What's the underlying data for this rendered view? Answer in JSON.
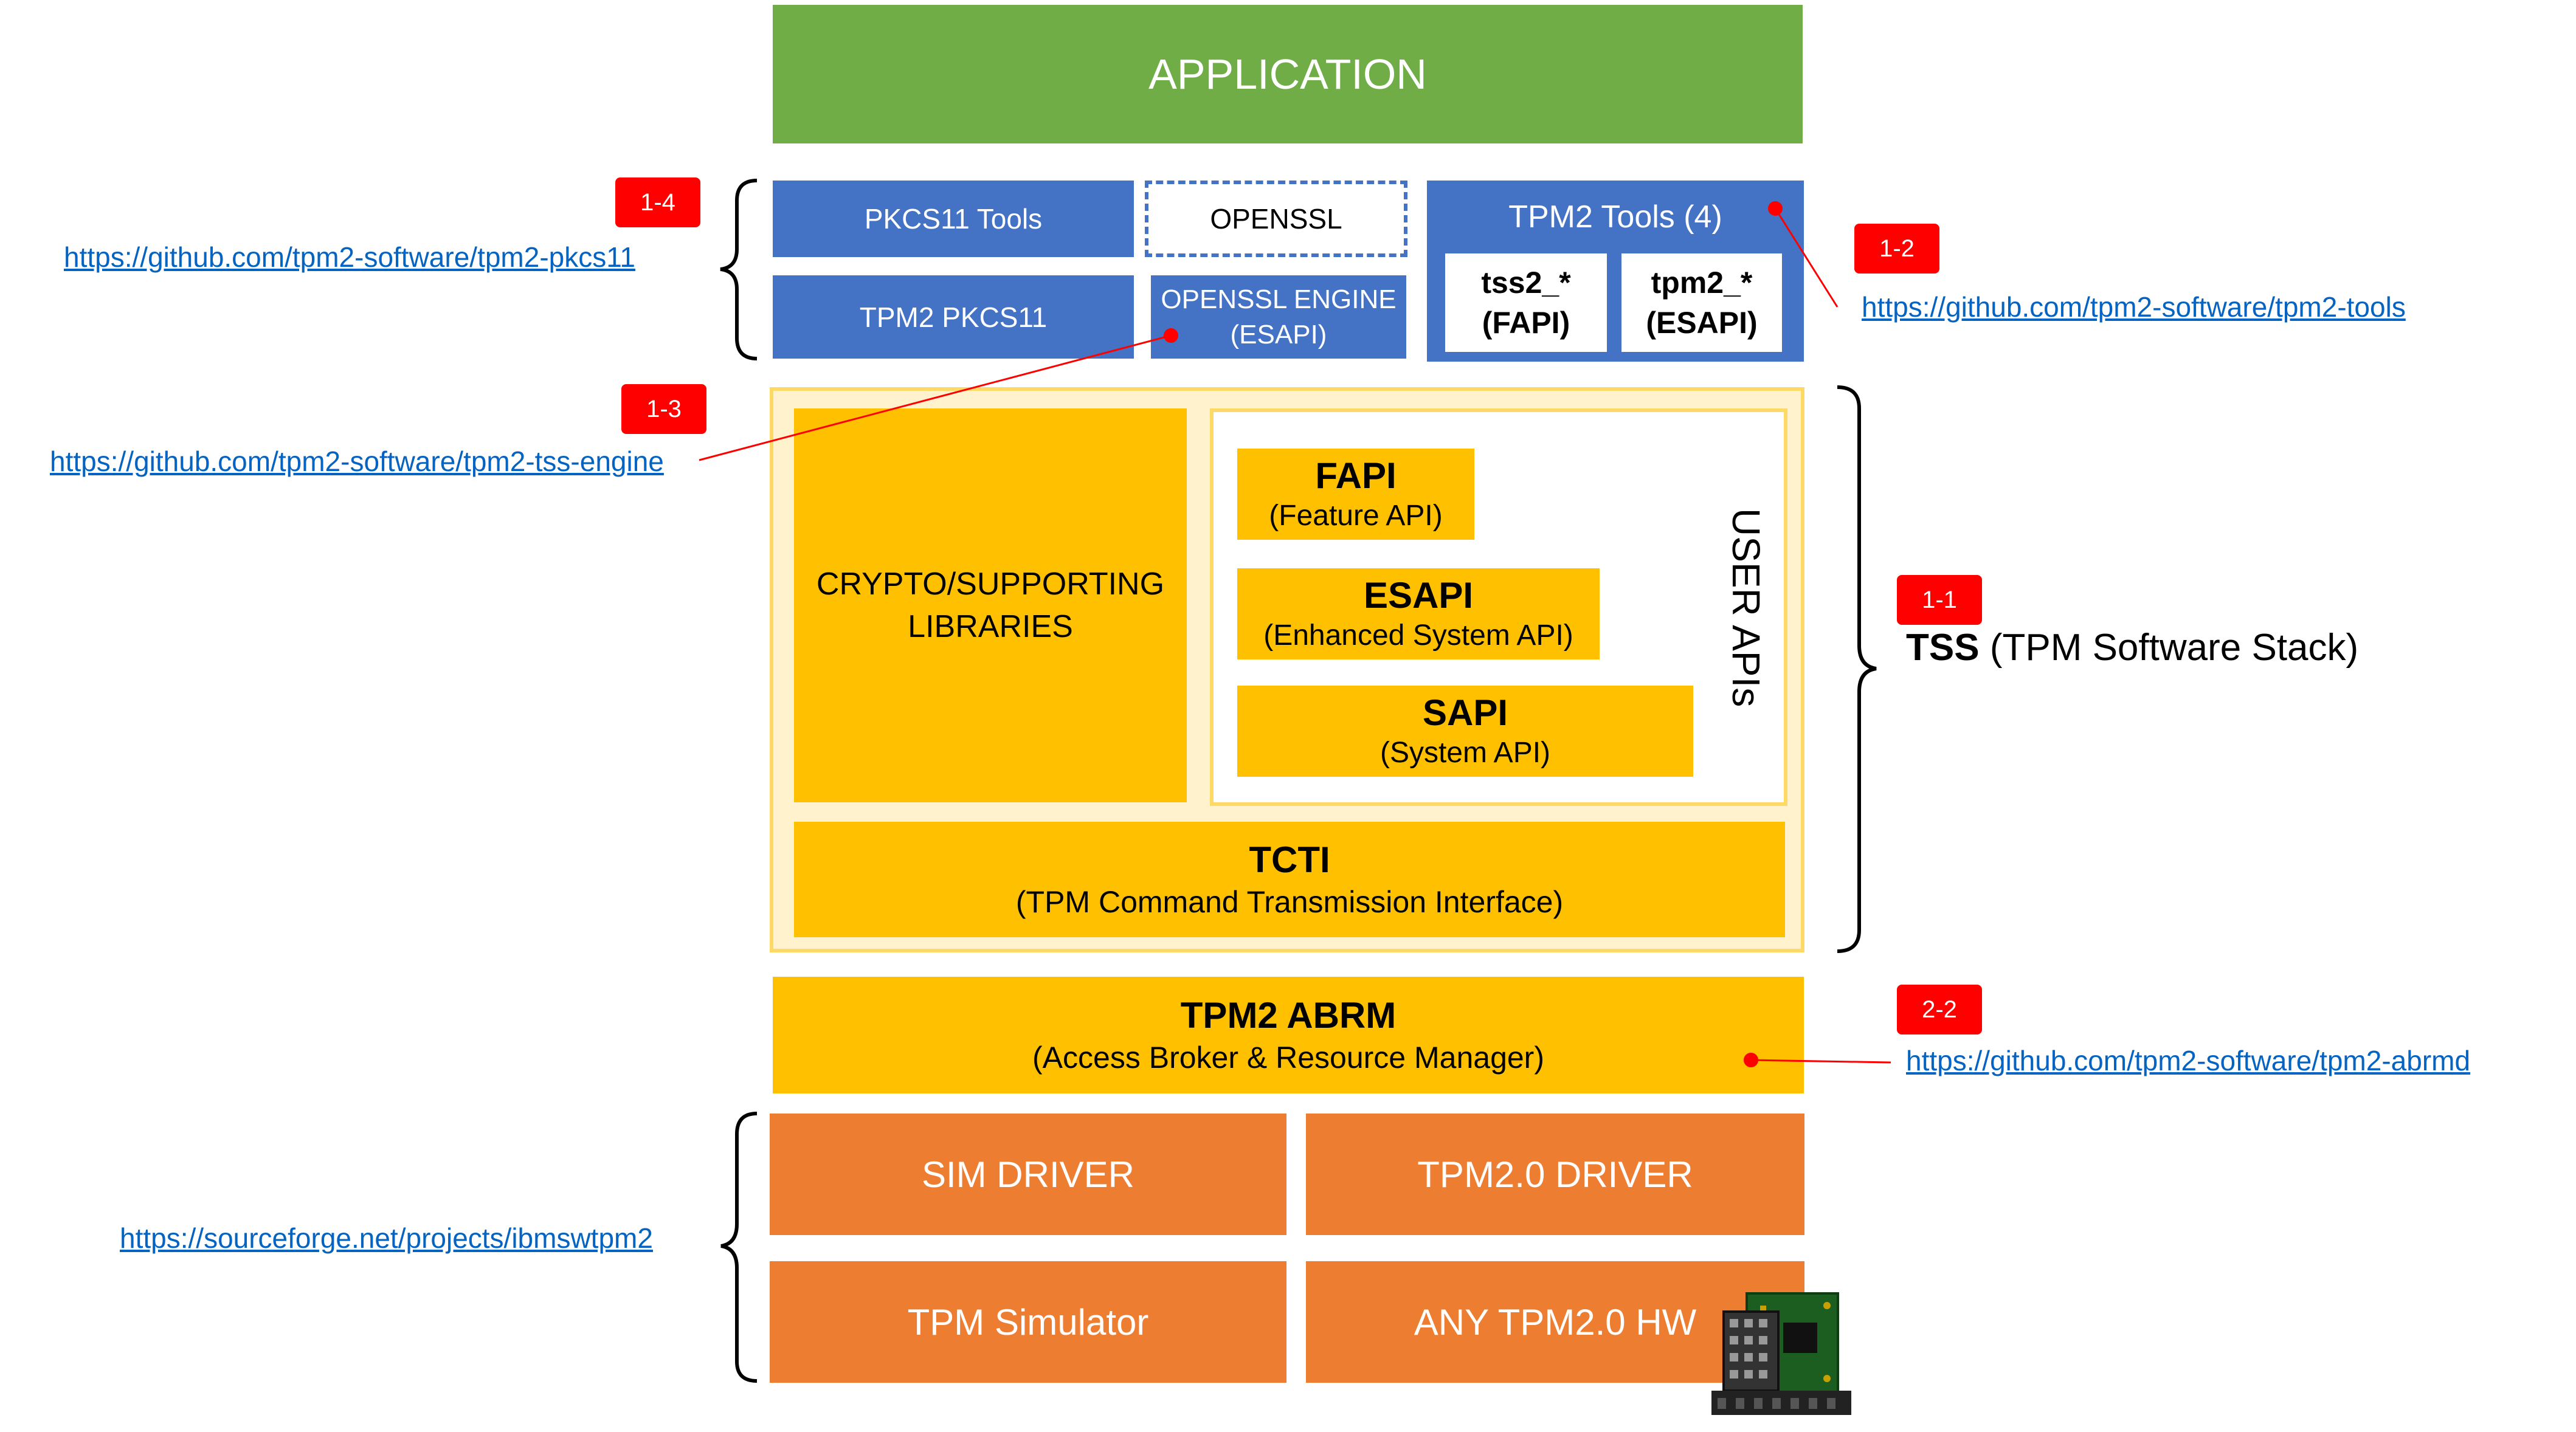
{
  "application": "APPLICATION",
  "top_tools": {
    "pkcs11_tools": "PKCS11 Tools",
    "openssl": "OPENSSL",
    "tpm2_pkcs11": "TPM2 PKCS11",
    "openssl_engine": {
      "line1": "OPENSSL ENGINE",
      "line2": "(ESAPI)"
    },
    "tpm2_tools": {
      "title": "TPM2 Tools (4)",
      "tss2": {
        "line1": "tss2_*",
        "line2": "(FAPI)"
      },
      "tpm2": {
        "line1": "tpm2_*",
        "line2": "(ESAPI)"
      }
    }
  },
  "tss": {
    "crypto": {
      "line1": "CRYPTO/SUPPORTING",
      "line2": "LIBRARIES"
    },
    "user_apis_label": "USER APIs",
    "fapi": {
      "title": "FAPI",
      "subtitle": "(Feature API)"
    },
    "esapi": {
      "title": "ESAPI",
      "subtitle": "(Enhanced System API)"
    },
    "sapi": {
      "title": "SAPI",
      "subtitle": "(System API)"
    },
    "tcti": {
      "title": "TCTI",
      "subtitle": "(TPM Command Transmission Interface)"
    },
    "label_bold": "TSS",
    "label_rest": " (TPM Software Stack)"
  },
  "abrm": {
    "title": "TPM2 ABRM",
    "subtitle": "(Access Broker & Resource Manager)"
  },
  "drivers": {
    "sim_driver": "SIM DRIVER",
    "tpm20_driver": "TPM2.0 DRIVER",
    "tpm_simulator": "TPM Simulator",
    "any_tpm20_hw": "ANY TPM2.0 HW"
  },
  "badges": {
    "b14": "1-4",
    "b12": "1-2",
    "b13": "1-3",
    "b11": "1-1",
    "b22": "2-2"
  },
  "links": {
    "pkcs11": "https://github.com/tpm2-software/tpm2-pkcs11",
    "tools": "https://github.com/tpm2-software/tpm2-tools",
    "engine": "https://github.com/tpm2-software/tpm2-tss-engine",
    "abrmd": "https://github.com/tpm2-software/tpm2-abrmd",
    "ibmswtpm2": "https://sourceforge.net/projects/ibmswtpm2"
  },
  "colors": {
    "green": "#70ad47",
    "blue": "#4472c4",
    "yellow": "#ffc000",
    "orange": "#ed7d31",
    "badge_red": "#ff0000",
    "link_blue": "#0563c1"
  }
}
